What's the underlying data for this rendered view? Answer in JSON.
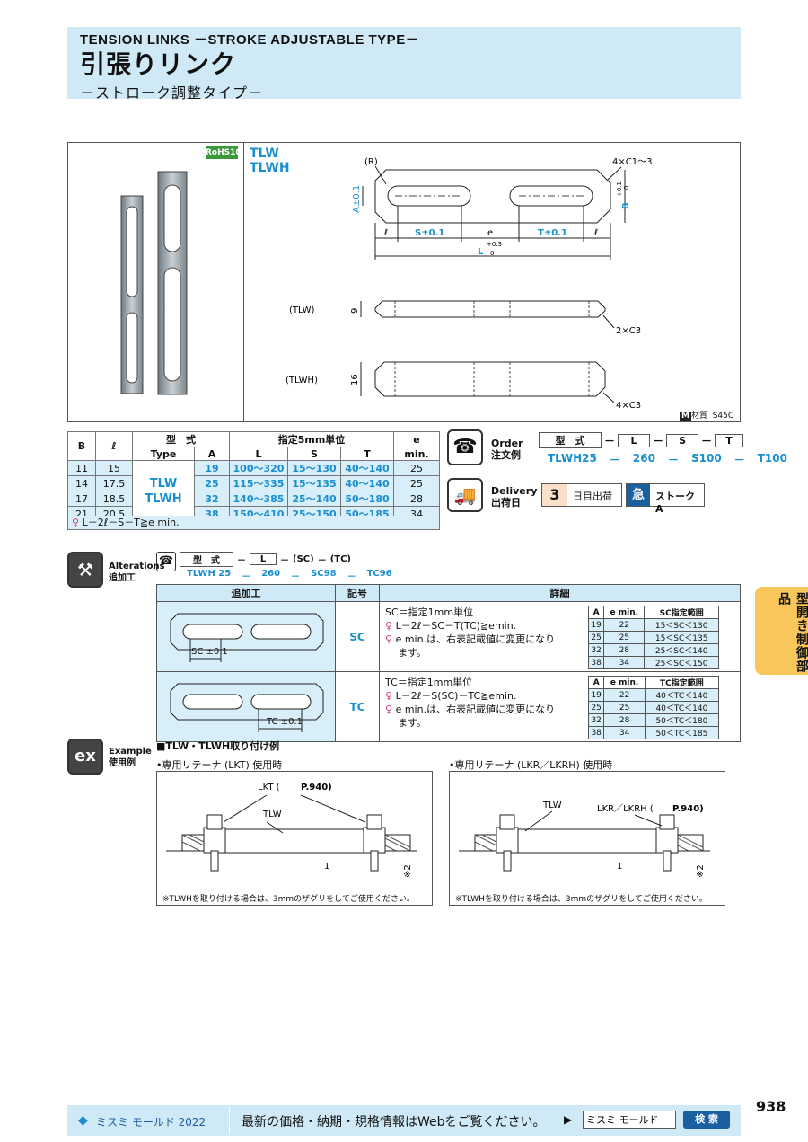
{
  "header": {
    "title_en": "TENSION LINKS －STROKE ADJUSTABLE TYPE－",
    "title_jp": "引張りリンク",
    "subtitle_jp": "－ストローク調整タイプ－"
  },
  "spec_box": {
    "rohs": "RoHS10",
    "types": [
      "TLW",
      "TLWH"
    ],
    "drawing": {
      "R": "(R)",
      "chamfer_top": "4×C1～3",
      "A_tol": "A±0.1",
      "B_tol": "B",
      "B_tol_plus": "+0.1",
      "B_tol_zero": "0",
      "l": "ℓ",
      "S": "S±0.1",
      "e": "e",
      "T": "T±0.1",
      "L": "L",
      "L_tol_plus": "+0.3",
      "L_tol_zero": "0",
      "tlw_label": "(TLW)",
      "tlw_thick": "9",
      "tlw_chamfer": "2×C3",
      "tlwh_label": "(TLWH)",
      "tlwh_thick": "16",
      "tlwh_chamfer": "4×C3"
    },
    "material_icon": "M",
    "material_label": "材質",
    "material": "S45C"
  },
  "spec_table": {
    "h_B": "B",
    "h_l": "ℓ",
    "h_type_jp": "型　式",
    "h_type": "Type",
    "h_A": "A",
    "h_unit": "指定5mm単位",
    "h_L": "L",
    "h_S": "S",
    "h_T": "T",
    "h_e": "e",
    "h_min": "min.",
    "types": [
      "TLW",
      "TLWH"
    ],
    "rows": [
      {
        "B": "11",
        "l": "15",
        "A": "19",
        "L": "100～320",
        "S": "15～130",
        "T": "40～140",
        "e": "25"
      },
      {
        "B": "14",
        "l": "17.5",
        "A": "25",
        "L": "115～335",
        "S": "15～135",
        "T": "40～140",
        "e": "25"
      },
      {
        "B": "17",
        "l": "18.5",
        "A": "32",
        "L": "140～385",
        "S": "25～140",
        "T": "50～180",
        "e": "28"
      },
      {
        "B": "21",
        "l": "20.5",
        "A": "38",
        "L": "150～410",
        "S": "25～150",
        "T": "50～185",
        "e": "34"
      }
    ],
    "note": "L－2ℓ－S－T≧e min."
  },
  "order": {
    "label_en": "Order",
    "label_jp": "注文例",
    "headers": [
      "型　式",
      "L",
      "S",
      "T"
    ],
    "dashes": "－",
    "values": [
      "TLWH25",
      "260",
      "S100",
      "T100"
    ],
    "delivery_en": "Delivery",
    "delivery_jp": "出荷日",
    "days": "3",
    "days_text": "日目出荷",
    "stroke_icon": "急",
    "stroke": "ストーク A"
  },
  "alterations": {
    "label_en": "Alterations",
    "label_jp": "追加工",
    "order_headers": [
      "型　式",
      "L",
      "(SC)",
      "(TC)"
    ],
    "order_values": [
      "TLWH 25",
      "260",
      "SC98",
      "TC96"
    ],
    "th": [
      "追加工",
      "記号",
      "詳細"
    ],
    "rows": [
      {
        "dim": "SC ±0.1",
        "code": "SC",
        "l1": "SC＝指定1mm単位",
        "l2": "L－2ℓ－SC－T(TC)≧emin.",
        "l3": "e min.は、右表記載値に変更になり",
        "l4": "ます。",
        "sub_h": [
          "A",
          "e min.",
          "SC指定範囲"
        ],
        "sub": [
          [
            "19",
            "22",
            "15＜SC＜130"
          ],
          [
            "25",
            "25",
            "15＜SC＜135"
          ],
          [
            "32",
            "28",
            "25＜SC＜140"
          ],
          [
            "38",
            "34",
            "25＜SC＜150"
          ]
        ]
      },
      {
        "dim": "TC ±0.1",
        "code": "TC",
        "l1": "TC＝指定1mm単位",
        "l2": "L－2ℓ－S(SC)－TC≧emin.",
        "l3": "e min.は、右表記載値に変更になり",
        "l4": "ます。",
        "sub_h": [
          "A",
          "e min.",
          "TC指定範囲"
        ],
        "sub": [
          [
            "19",
            "22",
            "40＜TC＜140"
          ],
          [
            "25",
            "25",
            "40＜TC＜140"
          ],
          [
            "32",
            "28",
            "50＜TC＜180"
          ],
          [
            "38",
            "34",
            "50＜TC＜185"
          ]
        ]
      }
    ]
  },
  "side_tab": "型開き制御部品",
  "example": {
    "label_en": "Example",
    "label_jp": "使用例",
    "title": "■TLW・TLWH取り付け例",
    "left_title": "•専用リテーナ (LKT) 使用時",
    "right_title": "•専用リテーナ (LKR／LKRH) 使用時",
    "lkt": "LKT (",
    "lkt_page": "P.940)",
    "tlw": "TLW",
    "lkr": "LKR／LKRH (",
    "lkr_page": "P.940)",
    "one": "1",
    "two": "※2",
    "note": "※TLWHを取り付ける場合は、3mmのザグリをしてご使用ください。"
  },
  "footer": {
    "brand": "ミスミ モールド 2022",
    "message": "最新の価格・納期・規格情報はWebをご覧ください。",
    "search_value": "ミスミ モールド",
    "search_button": "検 索",
    "page": "938"
  }
}
